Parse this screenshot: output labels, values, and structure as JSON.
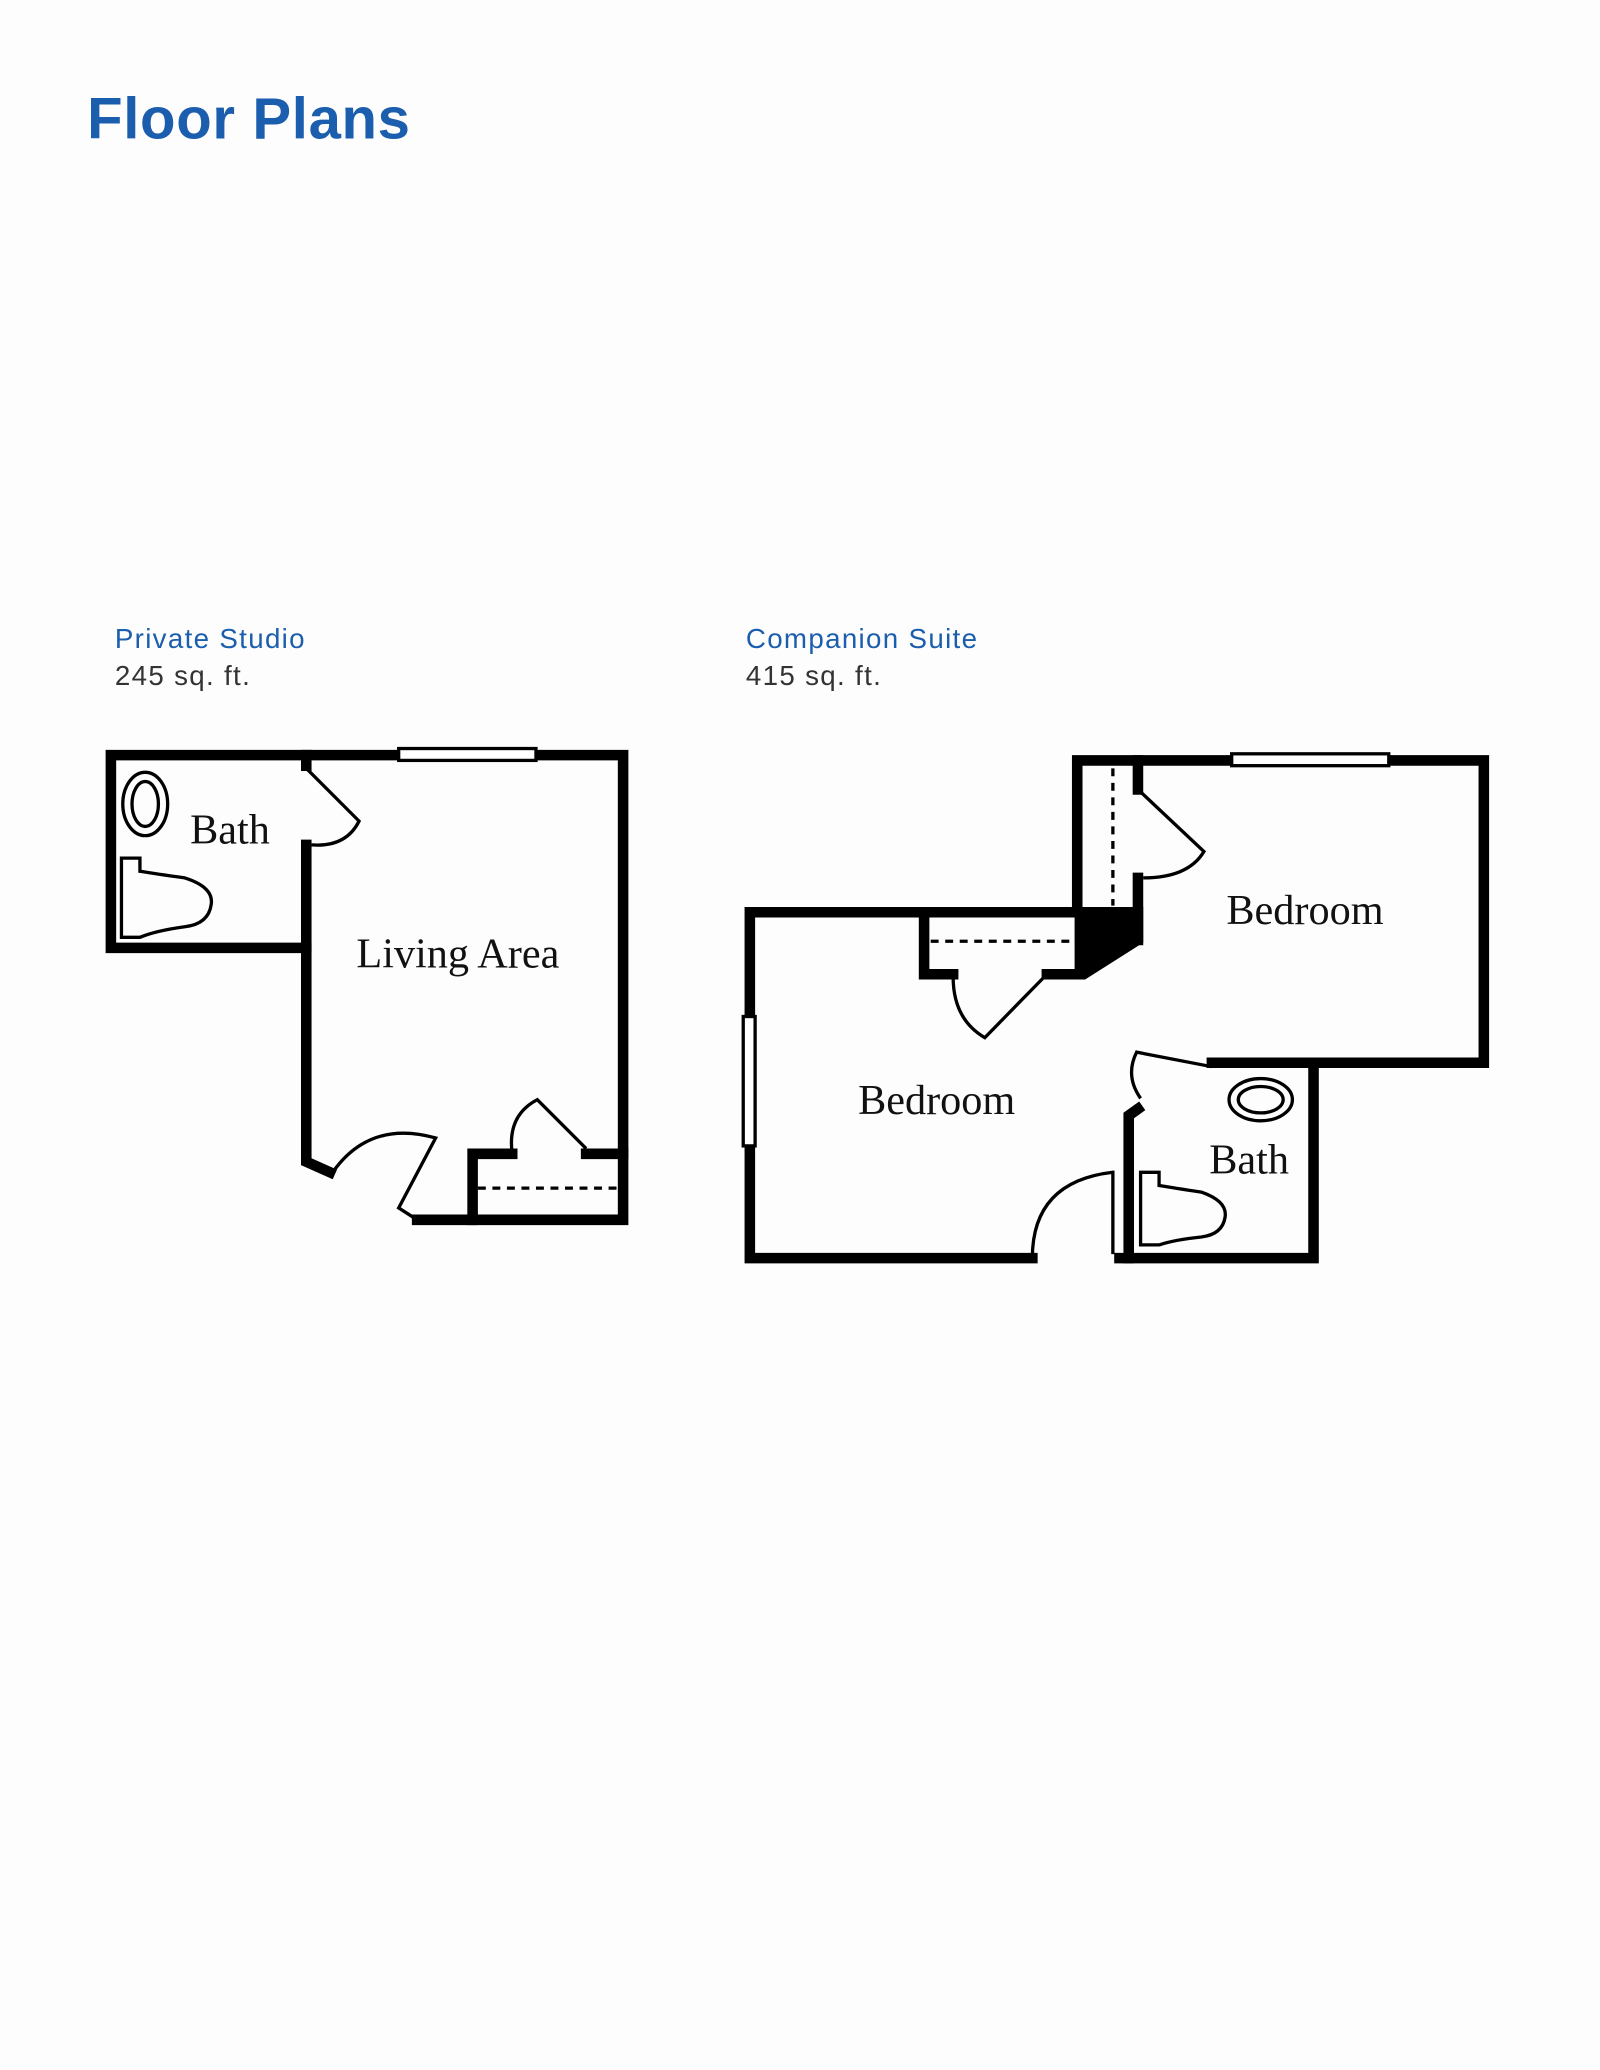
{
  "page": {
    "title": "Floor Plans"
  },
  "plans": [
    {
      "name": "Private Studio",
      "area": "245 sq. ft.",
      "rooms": [
        "Bath",
        "Living Area"
      ]
    },
    {
      "name": "Companion Suite",
      "area": "415 sq. ft.",
      "rooms": [
        "Bedroom",
        "Bedroom",
        "Bath"
      ]
    }
  ],
  "colors": {
    "accent": "#1a5ead",
    "text": "#333333",
    "wall": "#000000"
  }
}
